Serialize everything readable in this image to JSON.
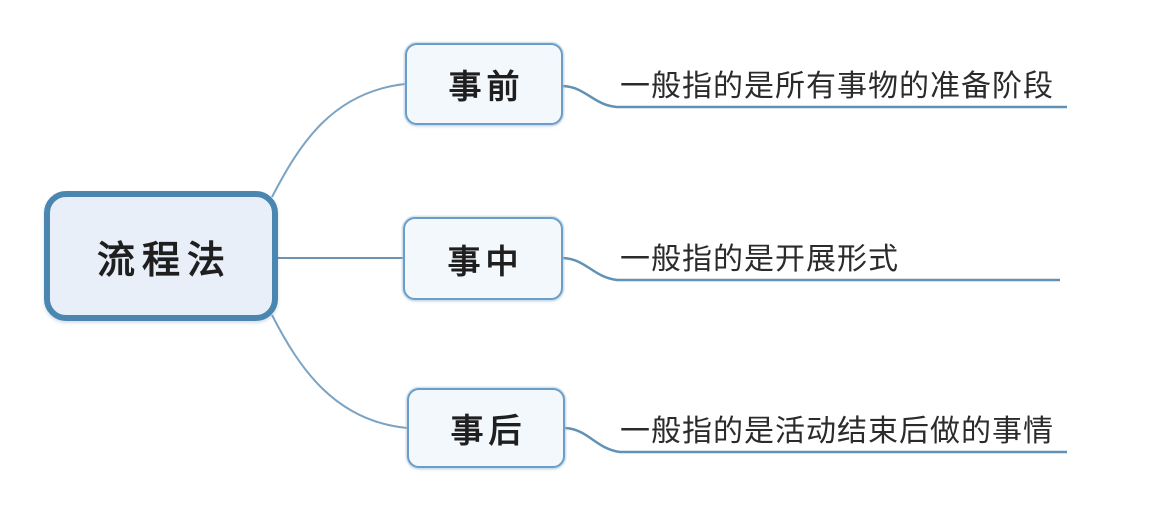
{
  "diagram": {
    "type": "mindmap",
    "root": {
      "label": "流程法"
    },
    "branches": [
      {
        "node": "事前",
        "description": "一般指的是所有事物的准备阶段"
      },
      {
        "node": "事中",
        "description": "一般指的是开展形式"
      },
      {
        "node": "事后",
        "description": "一般指的是活动结束后做的事情"
      }
    ],
    "colors": {
      "root_border": "#4a86b0",
      "root_fill": "#e9eff8",
      "child_border": "#6b9dc6",
      "child_fill": "#f3f8fc",
      "branch_connector": "#7aa3c4",
      "straight_connector": "#6b94b4",
      "underline": "#6191b5",
      "text": "#1f1f1f",
      "background": "#ffffff"
    }
  }
}
